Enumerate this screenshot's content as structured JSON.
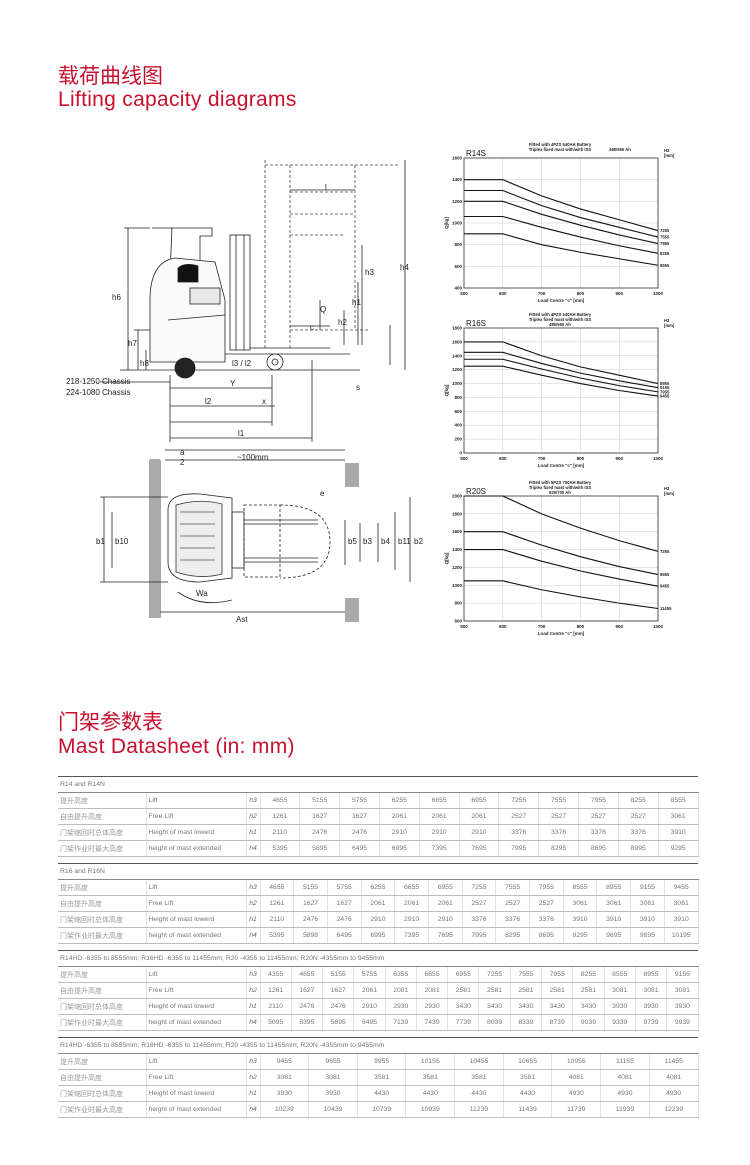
{
  "section1": {
    "title_cn": "载荷曲线图",
    "title_en": "Lifting capacity diagrams"
  },
  "section2": {
    "title_cn": "门架参数表",
    "title_en": "Mast Datasheet (in: mm)"
  },
  "drawing": {
    "dims": {
      "l": "l",
      "h4": "h4",
      "h3": "h3",
      "h6": "h6",
      "h1": "h1",
      "h7": "h7",
      "h2": "h2",
      "Q": "Q",
      "c": "c",
      "s": "s",
      "h8": "h8",
      "l3l2": "l3 / l2",
      "y": "Y",
      "l2": "l2",
      "x": "x",
      "l1": "l1",
      "chassis1": "218-1250 Chassis",
      "chassis2": "224-1080 Chassis",
      "a2a": "a",
      "a2b": "2",
      "a100": "~100mm",
      "b1": "b1",
      "b10": "b10",
      "b5": "b5",
      "b3": "b3",
      "b4": "b4",
      "b11": "b11",
      "b2": "b2",
      "wa": "Wa",
      "ast": "Ast",
      "e": "e"
    }
  },
  "chart_data": [
    {
      "type": "line",
      "title": "R14S",
      "subtitle1": "Fitted with 4PZS 540AH Battery",
      "subtitle2": "Triplex fixed mast with/with ISS",
      "note": "480/560 Ah",
      "unit_right_1": "H3",
      "unit_right_2": "[mm]",
      "ylabel": "Q[kg]",
      "xlabel": "Load Centre \"c\" [mm]",
      "xlim": [
        500,
        1000
      ],
      "ylim": [
        400,
        1600
      ],
      "xticks": [
        500,
        600,
        700,
        800,
        900,
        1000
      ],
      "yticks": [
        400,
        600,
        800,
        1000,
        1200,
        1400,
        1600
      ],
      "series": [
        {
          "name": "7255",
          "x": [
            500,
            600,
            700,
            800,
            900,
            1000
          ],
          "y": [
            1400,
            1400,
            1250,
            1130,
            1030,
            930
          ]
        },
        {
          "name": "7555",
          "x": [
            500,
            600,
            700,
            800,
            900,
            1000
          ],
          "y": [
            1300,
            1300,
            1160,
            1050,
            960,
            870
          ]
        },
        {
          "name": "7955",
          "x": [
            500,
            600,
            700,
            800,
            900,
            1000
          ],
          "y": [
            1200,
            1200,
            1080,
            980,
            890,
            810
          ]
        },
        {
          "name": "8255",
          "x": [
            500,
            600,
            700,
            800,
            900,
            1000
          ],
          "y": [
            1060,
            1060,
            960,
            870,
            790,
            720
          ]
        },
        {
          "name": "8555",
          "x": [
            500,
            600,
            700,
            800,
            900,
            1000
          ],
          "y": [
            900,
            900,
            800,
            730,
            670,
            610
          ]
        }
      ]
    },
    {
      "type": "line",
      "title": "R16S",
      "subtitle1": "Fitted with 4PZS 540AH Battery",
      "subtitle2": "Triplex fixed mast with/with ISS",
      "note": "480/560 Ah",
      "unit_right_1": "H3",
      "unit_right_2": "[mm]",
      "ylabel": "Q[kg]",
      "xlabel": "Load Centre \"c\" [mm]",
      "xlim": [
        500,
        1000
      ],
      "ylim": [
        0,
        1800
      ],
      "xticks": [
        500,
        600,
        700,
        800,
        900,
        1000
      ],
      "yticks": [
        0,
        200,
        400,
        600,
        800,
        1000,
        1200,
        1400,
        1600,
        1800
      ],
      "series": [
        {
          "name": "8955",
          "x": [
            500,
            600,
            700,
            800,
            900,
            1000
          ],
          "y": [
            1600,
            1600,
            1400,
            1240,
            1120,
            1000
          ]
        },
        {
          "name": "9155",
          "x": [
            500,
            600,
            700,
            800,
            900,
            1000
          ],
          "y": [
            1450,
            1450,
            1290,
            1150,
            1040,
            940
          ]
        },
        {
          "name": "7955",
          "x": [
            500,
            600,
            700,
            800,
            900,
            1000
          ],
          "y": [
            1350,
            1350,
            1210,
            1080,
            970,
            880
          ]
        },
        {
          "name": "9455",
          "x": [
            500,
            600,
            700,
            800,
            900,
            1000
          ],
          "y": [
            1250,
            1250,
            1120,
            1000,
            900,
            820
          ]
        }
      ]
    },
    {
      "type": "line",
      "title": "R20S",
      "subtitle1": "Fitted with 5PZS 700AH Battery",
      "subtitle2": "Triplex fixed mast with/with ISS",
      "note": "620/700 Ah",
      "unit_right_1": "H3",
      "unit_right_2": "[mm]",
      "ylabel": "Q[kg]",
      "xlabel": "Load Centre \"c\" [mm]",
      "xlim": [
        500,
        1000
      ],
      "ylim": [
        600,
        2000
      ],
      "xticks": [
        500,
        600,
        700,
        800,
        900,
        1000
      ],
      "yticks": [
        600,
        800,
        1000,
        1200,
        1400,
        1600,
        1800,
        2000
      ],
      "series": [
        {
          "name": "7255",
          "x": [
            500,
            600,
            700,
            800,
            900,
            1000
          ],
          "y": [
            2000,
            2000,
            1800,
            1640,
            1500,
            1380
          ]
        },
        {
          "name": "8555",
          "x": [
            500,
            600,
            700,
            800,
            900,
            1000
          ],
          "y": [
            1600,
            1600,
            1450,
            1320,
            1210,
            1120
          ]
        },
        {
          "name": "9455",
          "x": [
            500,
            600,
            700,
            800,
            900,
            1000
          ],
          "y": [
            1400,
            1400,
            1270,
            1160,
            1070,
            990
          ]
        },
        {
          "name": "11455",
          "x": [
            500,
            600,
            700,
            800,
            900,
            1000
          ],
          "y": [
            1050,
            1050,
            950,
            870,
            800,
            740
          ]
        }
      ]
    }
  ],
  "tables": [
    {
      "caption": "R14 and R14N",
      "rows": [
        {
          "cn": "提升高度",
          "en": "Lift",
          "sym": "h3",
          "values": [
            "4655",
            "5155",
            "5755",
            "6255",
            "6655",
            "6955",
            "7255",
            "7555",
            "7955",
            "8255",
            "8555"
          ]
        },
        {
          "cn": "自由提升高度",
          "en": "Free Lift",
          "sym": "h2",
          "values": [
            "1261",
            "1627",
            "1627",
            "2061",
            "2061",
            "2061",
            "2527",
            "2527",
            "2527",
            "2527",
            "3061"
          ]
        },
        {
          "cn": "门架缩回时总体高度",
          "en": "Height of mast lowerd",
          "sym": "h1",
          "values": [
            "2110",
            "2476",
            "2476",
            "2910",
            "2910",
            "2910",
            "3376",
            "3376",
            "3376",
            "3376",
            "3910"
          ]
        },
        {
          "cn": "门架作业时最大高度",
          "en": "height of mast extended",
          "sym": "h4",
          "values": [
            "5395",
            "5895",
            "6495",
            "6995",
            "7395",
            "7695",
            "7995",
            "8295",
            "8695",
            "8995",
            "9295"
          ]
        }
      ]
    },
    {
      "caption": "R16 and R16N",
      "rows": [
        {
          "cn": "提升高度",
          "en": "Lift",
          "sym": "h3",
          "values": [
            "4655",
            "5155",
            "5755",
            "6255",
            "6655",
            "6955",
            "7255",
            "7555",
            "7955",
            "8555",
            "8955",
            "9155",
            "9455"
          ]
        },
        {
          "cn": "自由提升高度",
          "en": "Free Lift",
          "sym": "h2",
          "values": [
            "1261",
            "1627",
            "1627",
            "2061",
            "2061",
            "2061",
            "2527",
            "2527",
            "2527",
            "3061",
            "3061",
            "3061",
            "3061"
          ]
        },
        {
          "cn": "门架缩回时总体高度",
          "en": "Height of mast lowerd",
          "sym": "h1",
          "values": [
            "2110",
            "2476",
            "2476",
            "2910",
            "2910",
            "2910",
            "3376",
            "3376",
            "3376",
            "3910",
            "3910",
            "3910",
            "3910"
          ]
        },
        {
          "cn": "门架作业时最大高度",
          "en": "height of mast extended",
          "sym": "h4",
          "values": [
            "5395",
            "5898",
            "6495",
            "6995",
            "7395",
            "7695",
            "7995",
            "8295",
            "8695",
            "9295",
            "9695",
            "9895",
            "10195"
          ]
        }
      ]
    },
    {
      "caption": "R14HD -6355 to 8555mm; R16HD -6355  to 11455mm; R20 -4355 to 11455mm; R20N -4355mm to 9455mm",
      "rows": [
        {
          "cn": "提升高度",
          "en": "Lift",
          "sym": "h3",
          "values": [
            "4355",
            "4655",
            "5155",
            "5755",
            "6355",
            "6655",
            "6955",
            "7255",
            "7555",
            "7955",
            "8255",
            "8555",
            "8955",
            "9155"
          ]
        },
        {
          "cn": "自由提升高度",
          "en": "Free Lift",
          "sym": "h2",
          "values": [
            "1261",
            "1627",
            "1627",
            "2061",
            "2081",
            "2081",
            "2581",
            "2581",
            "2581",
            "2581",
            "2581",
            "3081",
            "3081",
            "3081"
          ]
        },
        {
          "cn": "门架缩回时总体高度",
          "en": "Height of mast lowerd",
          "sym": "h1",
          "values": [
            "2110",
            "2476",
            "2476",
            "2910",
            "2930",
            "2930",
            "3430",
            "3430",
            "3430",
            "3430",
            "3430",
            "3930",
            "3930",
            "3930"
          ]
        },
        {
          "cn": "门架作业时最大高度",
          "en": "height of mast extended",
          "sym": "h4",
          "values": [
            "5095",
            "5395",
            "5895",
            "6495",
            "7139",
            "7439",
            "7739",
            "8039",
            "8339",
            "8739",
            "9039",
            "9339",
            "9739",
            "9939"
          ]
        }
      ]
    },
    {
      "caption": "R14HD -6355 to 8555mm; R16HD -6355  to 11455mm; R20 -4355 to 11455mm; R20N -4355mm to 9455mm",
      "rows": [
        {
          "cn": "提升高度",
          "en": "Lift",
          "sym": "h3",
          "values": [
            "9455",
            "9655",
            "9955",
            "10155",
            "10455",
            "10655",
            "10955",
            "11155",
            "11455"
          ]
        },
        {
          "cn": "自由提升高度",
          "en": "Free Lift",
          "sym": "h2",
          "values": [
            "3081",
            "3081",
            "3581",
            "3581",
            "3581",
            "3581",
            "4081",
            "4081",
            "4081"
          ]
        },
        {
          "cn": "门架缩回时总体高度",
          "en": "Height of mast lowerd",
          "sym": "h1",
          "values": [
            "3930",
            "3930",
            "4430",
            "4430",
            "4430",
            "4430",
            "4930",
            "4930",
            "4930"
          ]
        },
        {
          "cn": "门架作业时最大高度",
          "en": "height of mast extended",
          "sym": "h4",
          "values": [
            "10239",
            "10439",
            "10739",
            "10939",
            "11239",
            "11439",
            "11739",
            "11939",
            "12239"
          ]
        }
      ]
    }
  ]
}
